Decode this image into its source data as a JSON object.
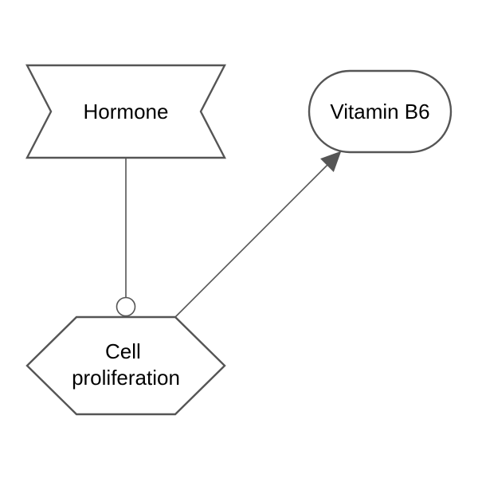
{
  "nodes": {
    "hormone": {
      "label": "Hormone"
    },
    "vitamin_b6": {
      "label": "Vitamin B6"
    },
    "cell_proliferation": {
      "label_line1": "Cell",
      "label_line2": "proliferation"
    }
  },
  "edges": [
    {
      "from": "Hormone",
      "to": "Cell proliferation",
      "end_marker": "circle"
    },
    {
      "from": "Cell proliferation",
      "to": "Vitamin B6",
      "end_marker": "arrow"
    }
  ]
}
